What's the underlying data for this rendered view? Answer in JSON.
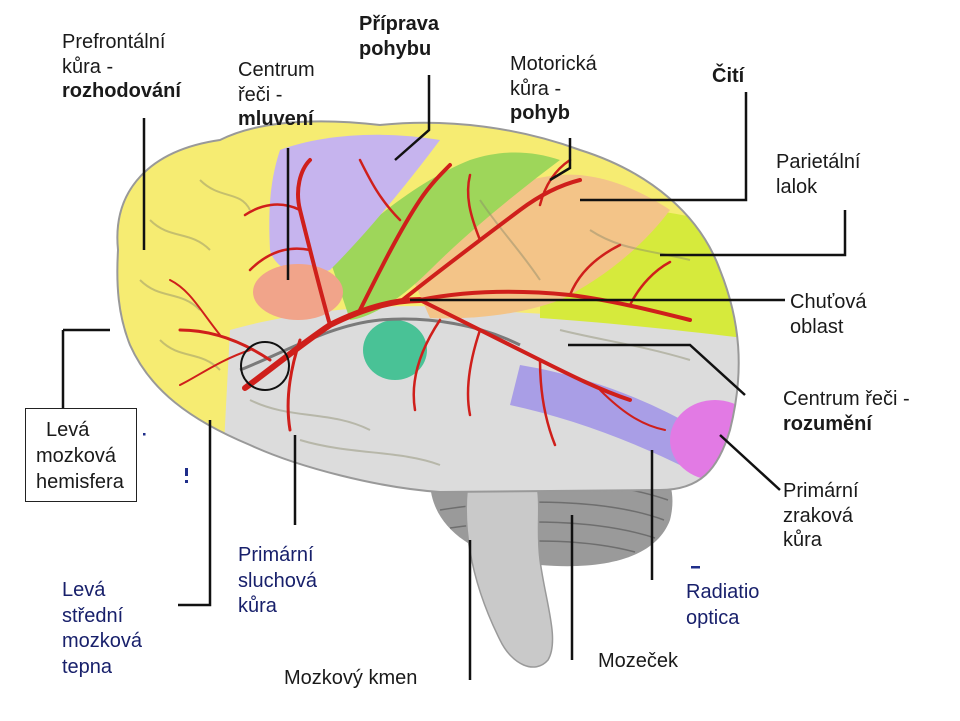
{
  "labels": {
    "prefrontal": {
      "line1": "Prefrontální",
      "line2": "kůra -",
      "bold": "rozhodování"
    },
    "speech_motor": {
      "line1": "Centrum",
      "line2": "řeči -",
      "bold": "mluvení"
    },
    "motor_prep": {
      "bold1": "Příprava",
      "bold2": "pohybu"
    },
    "motor": {
      "line1": "Motorická",
      "line2": "kůra -",
      "bold": "pohyb"
    },
    "sensing": {
      "bold": "Čití"
    },
    "parietal": {
      "line1": "Parietální",
      "line2": "lalok"
    },
    "taste": {
      "line1": "Chuťová",
      "line2": "oblast"
    },
    "speech_sensory": {
      "line1": "Centrum řeči -",
      "bold": "rozumění"
    },
    "visual": {
      "line1": "Primární",
      "line2": "zraková",
      "line3": "kůra"
    },
    "hemisphere": {
      "line1": "Levá",
      "line2": "mozková",
      "line3": "hemisfera"
    },
    "artery": {
      "line1": "Levá",
      "line2": "střední",
      "line3": "mozková",
      "line4": "tepna"
    },
    "auditory": {
      "line1": "Primární",
      "line2": "sluchová",
      "line3": "kůra"
    },
    "brainstem": {
      "text": "Mozkový kmen"
    },
    "cerebellum": {
      "text": "Mozeček"
    },
    "optic": {
      "line1": "Radiatio",
      "line2": "optica"
    }
  },
  "colors": {
    "frontal": "#f6ec72",
    "premotor": "#c6b4ee",
    "motor": "#9ed65a",
    "sensory": "#f3c488",
    "parietal": "#d6ea3c",
    "temporal": "#dcdcdc",
    "taste": "#49c296",
    "broca": "#f1a48a",
    "wernicke": "#e27ae4",
    "optic_radiation": "#a99ee6",
    "artery": "#cf1f1b",
    "cerebellum": "#9a9a9a",
    "brainstem": "#c9c9c9"
  }
}
